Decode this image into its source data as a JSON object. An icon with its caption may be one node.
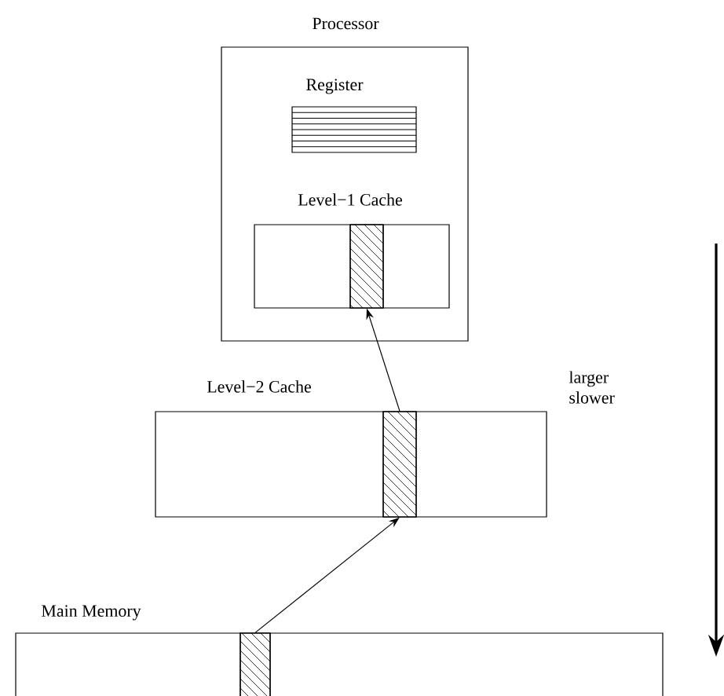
{
  "diagram": {
    "nodes": [
      {
        "text": [
          "Processor"
        ]
      },
      {
        "text": [
          "Register"
        ],
        "in": 0
      },
      {
        "text": [
          "Level−1 Cache"
        ],
        "in": 0
      },
      {
        "text": [],
        "shape": "bar",
        "in": 2
      },
      {
        "text": [
          "Level−2 Cache"
        ]
      },
      {
        "text": [],
        "shape": "bar",
        "in": 4
      },
      {
        "text": [
          "Main Memory"
        ]
      },
      {
        "text": [],
        "shape": "bar",
        "in": 6
      }
    ],
    "edges": [
      {
        "from": 7,
        "to": 5,
        "arrow": "to"
      },
      {
        "from": 5,
        "to": 3,
        "arrow": "to"
      }
    ],
    "labels": [
      "larger slower"
    ]
  }
}
